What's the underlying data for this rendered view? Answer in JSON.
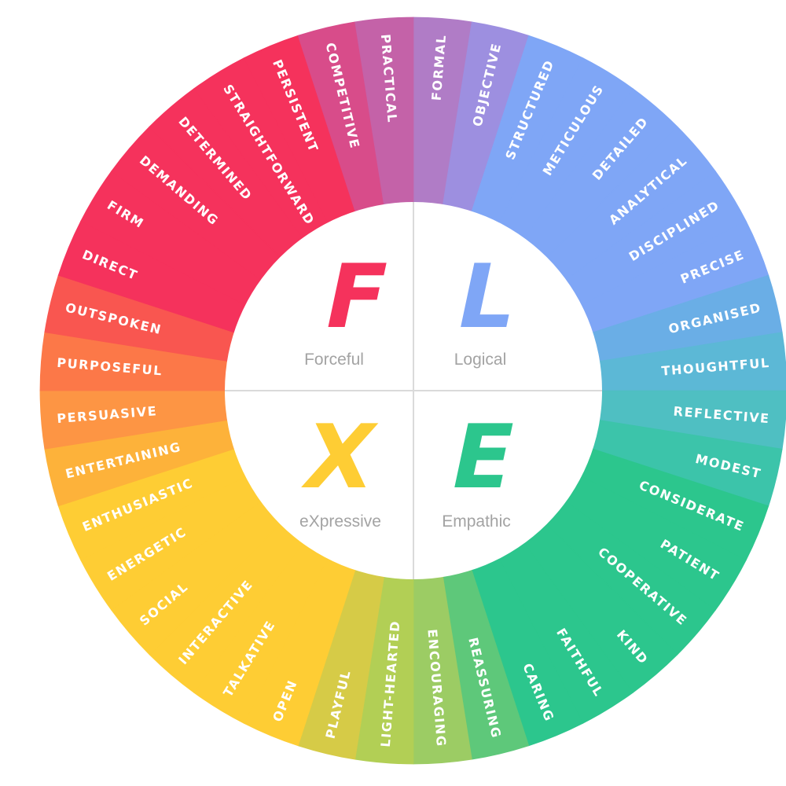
{
  "quadrants": [
    {
      "letter": "F",
      "label": "Forceful",
      "color": "#f5325c"
    },
    {
      "letter": "L",
      "label": "Logical",
      "color": "#7fa6f6"
    },
    {
      "letter": "X",
      "label": "eXpressive",
      "color": "#fecd34"
    },
    {
      "letter": "E",
      "label": "Empathic",
      "color": "#2cc68d"
    }
  ],
  "segments": [
    {
      "label": "FORMAL",
      "color": "#b07cc6"
    },
    {
      "label": "OBJECTIVE",
      "color": "#9d8fe0"
    },
    {
      "label": "STRUCTURED",
      "color": "#7fa6f6"
    },
    {
      "label": "METICULOUS",
      "color": "#7fa6f6"
    },
    {
      "label": "DETAILED",
      "color": "#7fa6f6"
    },
    {
      "label": "ANALYTICAL",
      "color": "#7fa6f6"
    },
    {
      "label": "DISCIPLINED",
      "color": "#7fa6f6"
    },
    {
      "label": "PRECISE",
      "color": "#7fa6f6"
    },
    {
      "label": "ORGANISED",
      "color": "#6aaee6"
    },
    {
      "label": "THOUGHTFUL",
      "color": "#5cb8d6"
    },
    {
      "label": "REFLECTIVE",
      "color": "#4fbfc2"
    },
    {
      "label": "MODEST",
      "color": "#3cc4aa"
    },
    {
      "label": "CONSIDERATE",
      "color": "#2cc68d"
    },
    {
      "label": "PATIENT",
      "color": "#2cc68d"
    },
    {
      "label": "COOPERATIVE",
      "color": "#2cc68d"
    },
    {
      "label": "KIND",
      "color": "#2cc68d"
    },
    {
      "label": "FAITHFUL",
      "color": "#2cc68d"
    },
    {
      "label": "CARING",
      "color": "#2cc68d"
    },
    {
      "label": "REASSURING",
      "color": "#5ec87a"
    },
    {
      "label": "ENCOURAGING",
      "color": "#9ccc64"
    },
    {
      "label": "LIGHT-HEARTED",
      "color": "#b2cf55"
    },
    {
      "label": "PLAYFUL",
      "color": "#d6cb47"
    },
    {
      "label": "OPEN",
      "color": "#fecd34"
    },
    {
      "label": "TALKATIVE",
      "color": "#fecd34"
    },
    {
      "label": "INTERACTIVE",
      "color": "#fecd34"
    },
    {
      "label": "SOCIAL",
      "color": "#fecd34"
    },
    {
      "label": "ENERGETIC",
      "color": "#fecd34"
    },
    {
      "label": "ENTHUSIASTIC",
      "color": "#fecd34"
    },
    {
      "label": "ENTERTAINING",
      "color": "#fdb23a"
    },
    {
      "label": "PERSUASIVE",
      "color": "#fd9544"
    },
    {
      "label": "PURPOSEFUL",
      "color": "#fc7848"
    },
    {
      "label": "OUTSPOKEN",
      "color": "#f95650"
    },
    {
      "label": "DIRECT",
      "color": "#f5325c"
    },
    {
      "label": "FIRM",
      "color": "#f5325c"
    },
    {
      "label": "DEMANDING",
      "color": "#f5325c"
    },
    {
      "label": "DETERMINED",
      "color": "#f5325c"
    },
    {
      "label": "STRAIGHTFORWARD",
      "color": "#f5325c"
    },
    {
      "label": "PERSISTENT",
      "color": "#f5325c"
    },
    {
      "label": "COMPETITIVE",
      "color": "#d84c8a"
    },
    {
      "label": "PRACTICAL",
      "color": "#c462a8"
    }
  ]
}
